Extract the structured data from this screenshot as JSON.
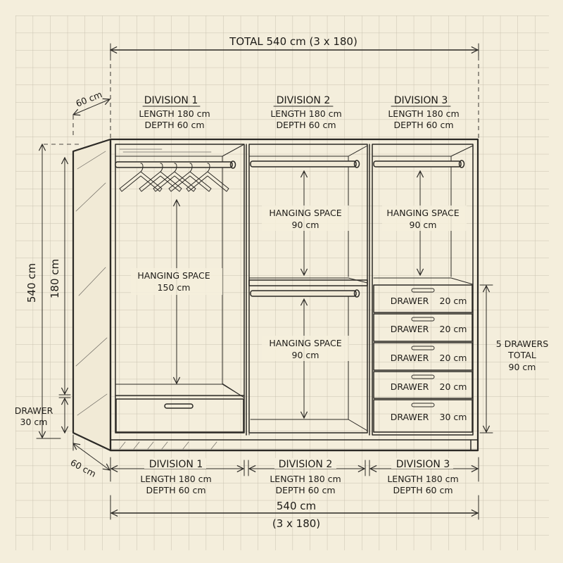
{
  "colors": {
    "paper": "#f4eedc",
    "grid": "#c9c2b0",
    "ink": "#2b2925"
  },
  "top_dimension": {
    "label": "TOTAL 540 cm (3 x 180)"
  },
  "depth_top": {
    "label": "60 cm"
  },
  "depth_bottom": {
    "label": "60 cm"
  },
  "left_dimensions": {
    "outer_label": "540 cm",
    "inner_label": "180 cm",
    "drawer_label_line1": "DRAWER",
    "drawer_label_line2": "30 cm"
  },
  "divisions_top": [
    {
      "title": "DIVISION 1",
      "length": "LENGTH 180 cm",
      "depth": "DEPTH 60 cm"
    },
    {
      "title": "DIVISION 2",
      "length": "LENGTH 180 cm",
      "depth": "DEPTH 60 cm"
    },
    {
      "title": "DIVISION 3",
      "length": "LENGTH 180 cm",
      "depth": "DEPTH 60 cm"
    }
  ],
  "divisions_bottom": [
    {
      "title": "DIVISION 1",
      "length": "LENGTH 180 cm",
      "depth": "DEPTH 60 cm"
    },
    {
      "title": "DIVISION 2",
      "length": "LENGTH 180 cm",
      "depth": "DEPTH 60 cm"
    },
    {
      "title": "DIVISION 3",
      "length": "LENGTH 180 cm",
      "depth": "DEPTH 60 cm"
    }
  ],
  "compartments": {
    "div1_hanging": {
      "title": "HANGING SPACE",
      "size": "150 cm"
    },
    "div2_upper": {
      "title": "HANGING SPACE",
      "size": "90 cm"
    },
    "div2_lower": {
      "title": "HANGING SPACE",
      "size": "90 cm"
    },
    "div3_upper": {
      "title": "HANGING SPACE",
      "size": "90 cm"
    }
  },
  "drawers": [
    {
      "label": "DRAWER",
      "size": "20 cm"
    },
    {
      "label": "DRAWER",
      "size": "20 cm"
    },
    {
      "label": "DRAWER",
      "size": "20 cm"
    },
    {
      "label": "DRAWER",
      "size": "20 cm"
    },
    {
      "label": "DRAWER",
      "size": "30 cm"
    }
  ],
  "drawers_total": {
    "line1": "5 DRAWERS",
    "line2": "TOTAL",
    "line3": "90 cm"
  },
  "bottom_dimension": {
    "line1": "540 cm",
    "line2": "(3 x 180)"
  },
  "hanger_count": 5
}
